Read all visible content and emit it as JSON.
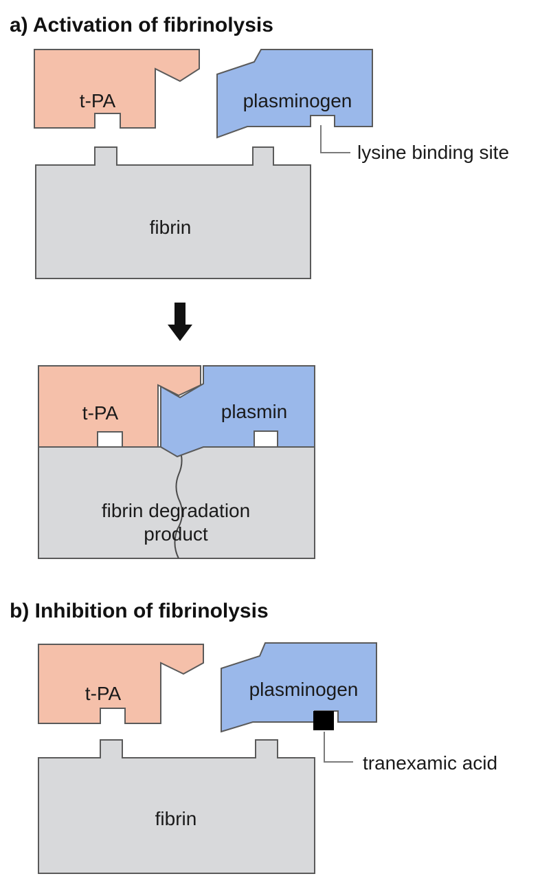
{
  "section_a": {
    "title": "a) Activation of fibrinolysis",
    "tpa_label": "t-PA",
    "plasminogen_label": "plasminogen",
    "lysine_label": "lysine binding site",
    "fibrin_label": "fibrin"
  },
  "section_a_result": {
    "tpa_label": "t-PA",
    "plasmin_label": "plasmin",
    "product_line1": "fibrin degradation",
    "product_line2": "product"
  },
  "section_b": {
    "title": "b) Inhibition of fibrinolysis",
    "tpa_label": "t-PA",
    "plasminogen_label": "plasminogen",
    "tranexamic_label": "tranexamic acid",
    "fibrin_label": "fibrin"
  },
  "colors": {
    "tpa": "#f5c0aa",
    "plasminogen": "#9ab8ea",
    "fibrin": "#d8d9db",
    "arrow": "#111111",
    "tranexamic_acid": "#000000"
  }
}
